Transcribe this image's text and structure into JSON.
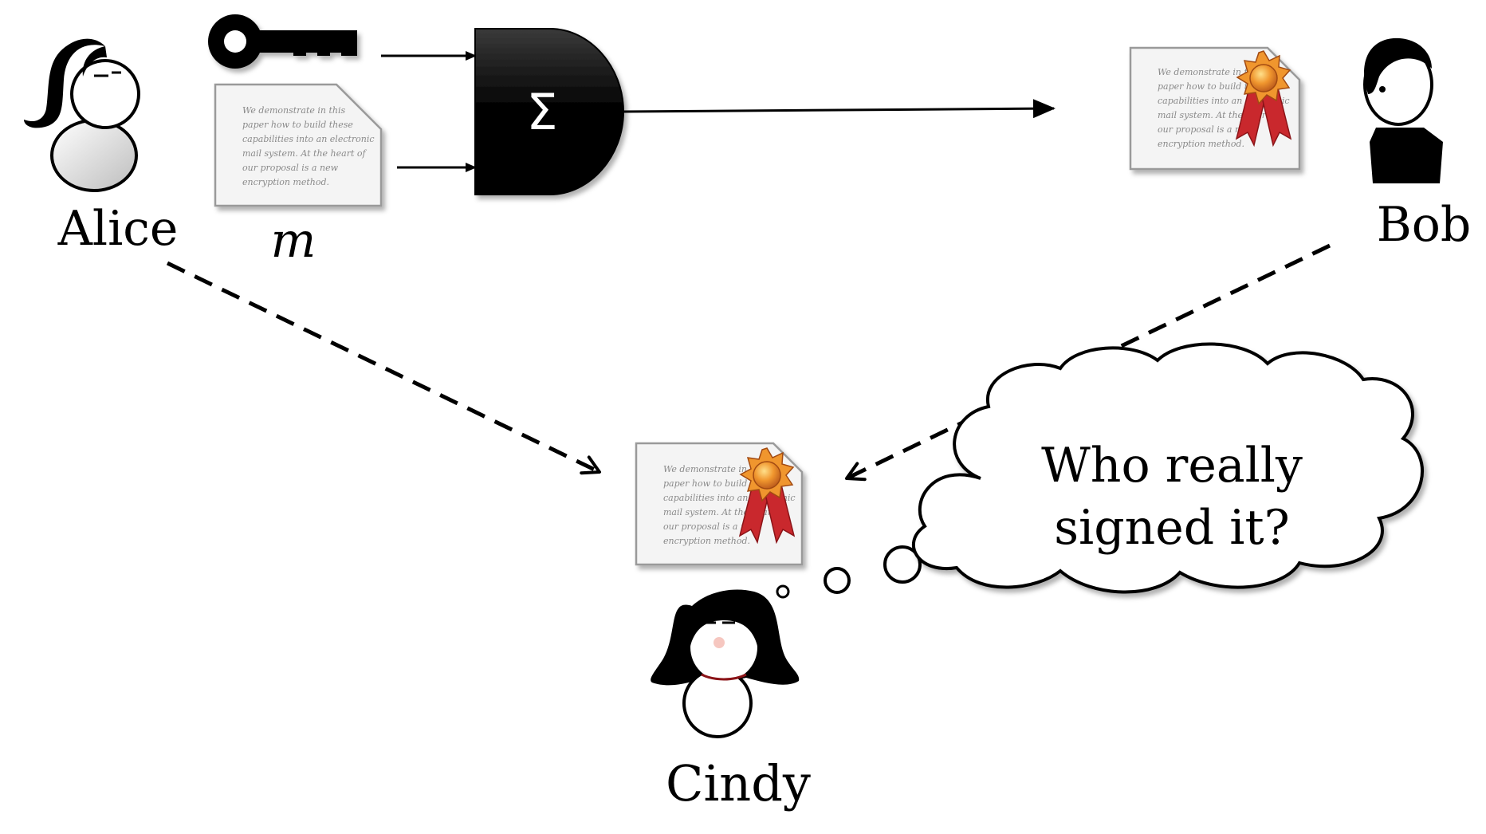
{
  "labels": {
    "alice": "Alice",
    "bob": "Bob",
    "cindy": "Cindy",
    "message": "m",
    "sign_symbol": "Σ"
  },
  "thought_bubble": {
    "line1": "Who really",
    "line2": "signed it?"
  },
  "document_text": {
    "lines": [
      "We demonstrate in this",
      "paper how to build these",
      "capabilities into an electronic",
      "mail system. At the heart of",
      "our proposal is a new",
      "encryption method."
    ]
  },
  "icons": {
    "key": "key-icon",
    "seal": "award-seal-icon",
    "signing_gate": "sigma-gate"
  },
  "colors": {
    "stroke": "#000000",
    "paper": "#f4f4f4",
    "seal_orange": "#e8862a",
    "ribbon_red": "#c9282d"
  }
}
